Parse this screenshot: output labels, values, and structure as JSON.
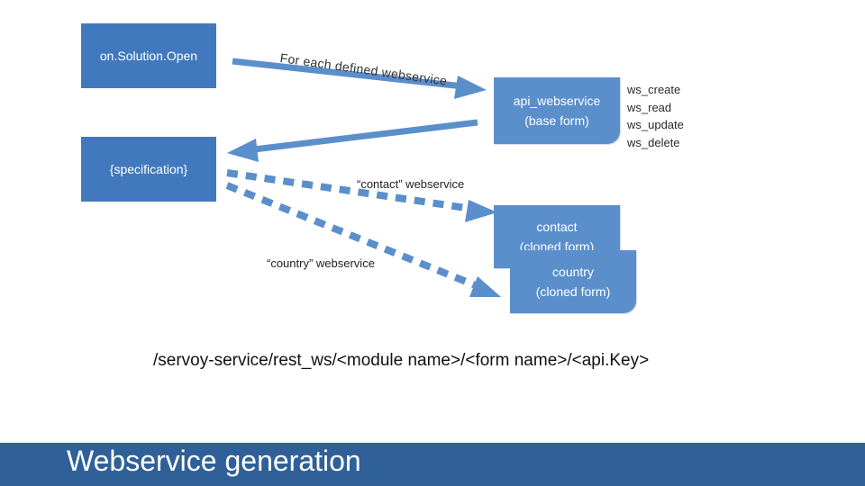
{
  "nodes": {
    "on_solution_open": "on.Solution.Open",
    "specification": "{specification}",
    "api_webservice": [
      "api_webservice",
      "(base form)"
    ],
    "contact": [
      "contact",
      "(cloned form)"
    ],
    "country": [
      "country",
      "(cloned form)"
    ]
  },
  "methods": [
    "ws_create",
    "ws_read",
    "ws_update",
    "ws_delete"
  ],
  "edge_labels": {
    "for_each": "For each defined webservice",
    "contact_ws": "“contact” webservice",
    "country_ws": "“country” webservice"
  },
  "url": "/servoy-service/rest_ws/<module name>/<form name>/<api.Key>",
  "footer_title": "Webservice generation",
  "colors": {
    "box": "#4a7fc1",
    "arrow": "#5b8fcb",
    "footer": "#2f6198"
  }
}
